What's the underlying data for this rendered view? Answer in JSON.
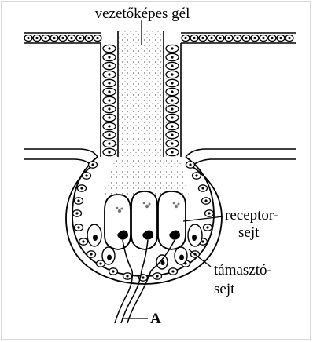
{
  "labels": {
    "gel": "vezetőképes gél",
    "receptor_line1": "receptor-",
    "receptor_line2": "sejt",
    "support_line1": "támasztó-",
    "support_line2": "sejt",
    "nerve": "A"
  },
  "colors": {
    "ink": "#000000",
    "paper": "#ffffff",
    "stipple": "#555555",
    "frame": "#d9d9d9"
  }
}
